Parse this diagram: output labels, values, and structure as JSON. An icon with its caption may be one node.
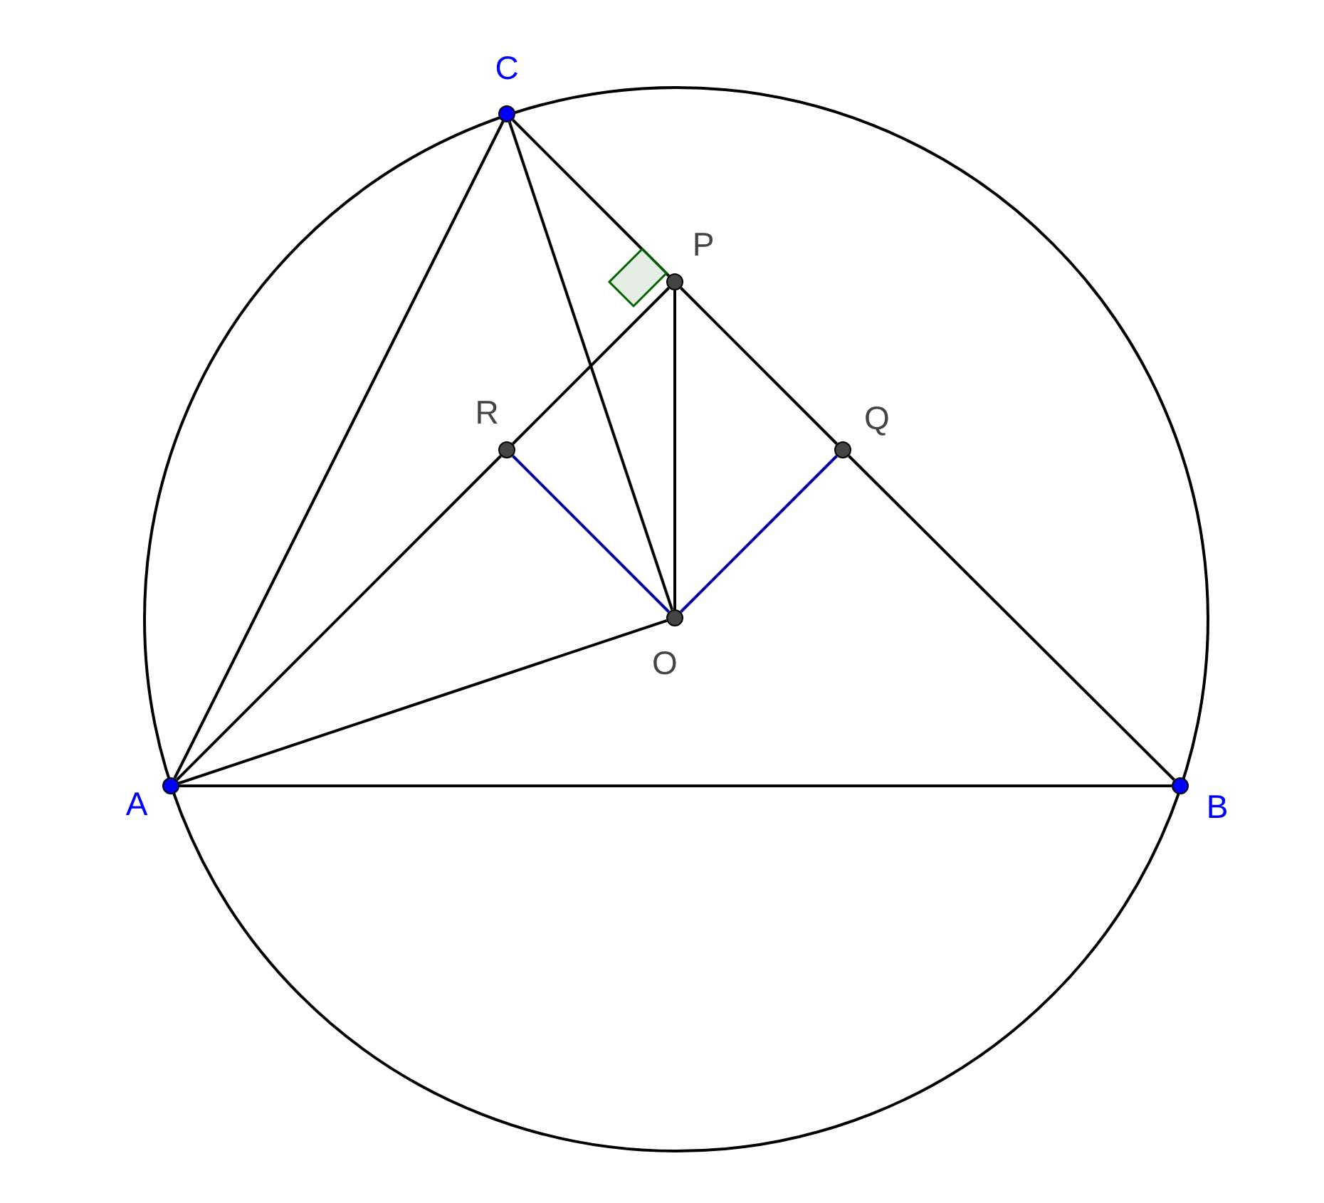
{
  "diagram": {
    "nodes": [
      {
        "text": [],
        "shape": "circle",
        "beside": [
          "C"
        ]
      },
      {
        "text": [],
        "shape": "circle",
        "beside": [
          "P"
        ]
      },
      {
        "text": [],
        "shape": "circle",
        "beside": [
          "R"
        ]
      },
      {
        "text": [],
        "shape": "circle",
        "beside": [
          "Q"
        ]
      },
      {
        "text": [],
        "shape": "circle",
        "beside": [
          "O"
        ]
      },
      {
        "text": [],
        "shape": "circle",
        "beside": [
          "A"
        ]
      },
      {
        "text": [],
        "shape": "circle",
        "beside": [
          "B"
        ]
      }
    ],
    "edges": [
      {
        "from": 0,
        "to": 5,
        "arrow": "none"
      },
      {
        "from": 0,
        "to": 1,
        "arrow": "none"
      },
      {
        "from": 1,
        "to": 3,
        "arrow": "none"
      },
      {
        "from": 3,
        "to": 6,
        "arrow": "none"
      },
      {
        "from": 0,
        "to": 4,
        "arrow": "none"
      },
      {
        "from": 5,
        "to": 2,
        "arrow": "none"
      },
      {
        "from": 2,
        "to": 1,
        "arrow": "none"
      },
      {
        "from": 1,
        "to": 4,
        "arrow": "none"
      },
      {
        "from": 2,
        "to": 4,
        "arrow": "none",
        "color": "#00009b"
      },
      {
        "from": 3,
        "to": 4,
        "arrow": "none",
        "color": "#00009b"
      },
      {
        "from": 5,
        "to": 4,
        "arrow": "none"
      },
      {
        "from": 5,
        "to": 6,
        "arrow": "none"
      }
    ]
  }
}
